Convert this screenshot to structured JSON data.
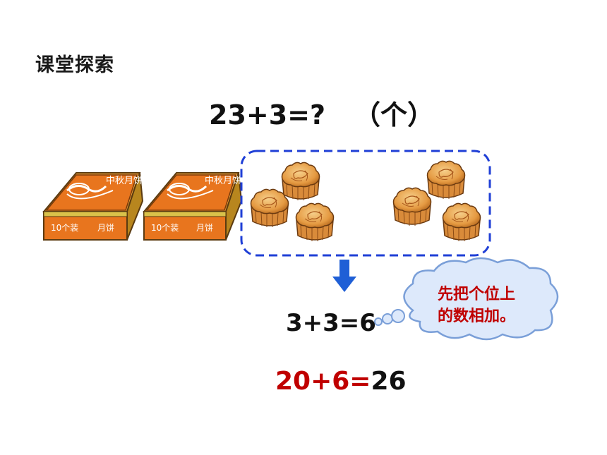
{
  "section_title": "课堂探索",
  "question": {
    "equation": "23+3=?",
    "unit": "（个）"
  },
  "boxes": [
    {
      "lid_text": "中秋月饼",
      "side_count": "10个装",
      "side_name": "月饼"
    },
    {
      "lid_text": "中秋月饼",
      "side_count": "10个装",
      "side_name": "月饼"
    }
  ],
  "loose_mooncakes": 6,
  "step1": {
    "equation": "3+3=6"
  },
  "thought_bubble": {
    "line1": "先把个位上",
    "line2": "的数相加。"
  },
  "step2": {
    "tens_part": "20+6=",
    "result": "26"
  },
  "colors": {
    "dashed_border": "#1f3fd6",
    "arrow": "#1f5fd6",
    "highlight": "#c00000",
    "bubble_fill": "#dde9fb",
    "bubble_stroke": "#7a9fd8",
    "box_orange": "#e8751e"
  }
}
